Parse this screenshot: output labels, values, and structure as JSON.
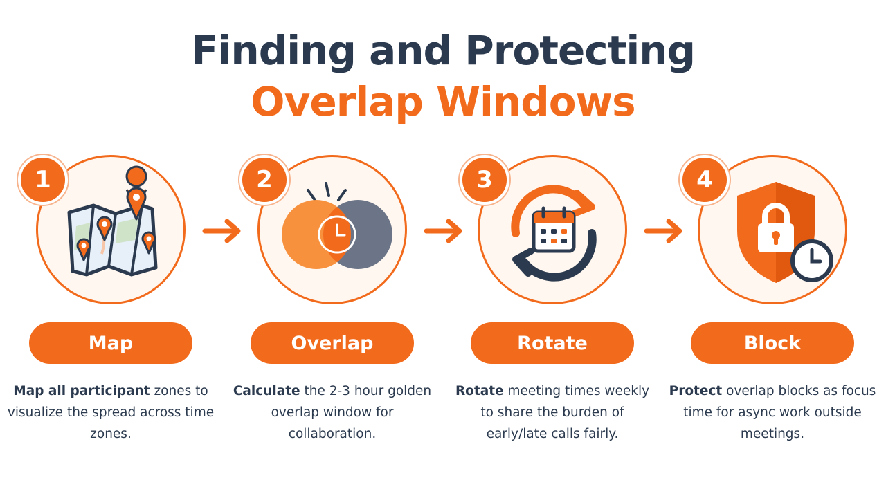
{
  "title": {
    "line1": "Finding and Protecting",
    "line2": "Overlap Windows"
  },
  "colors": {
    "accent": "#f26a1b",
    "dark": "#2b3a4e",
    "grey_circle": "#6b7587",
    "circle_fill": "#fff7f0"
  },
  "steps": [
    {
      "number": "1",
      "label": "Map",
      "icon": "map-pins-icon",
      "desc_bold": "Map all participant",
      "desc_rest": " zones to visualize the spread across time zones."
    },
    {
      "number": "2",
      "label": "Overlap",
      "icon": "venn-clock-icon",
      "desc_bold": "Calculate",
      "desc_rest": " the 2-3 hour golden overlap window for collaboration."
    },
    {
      "number": "3",
      "label": "Rotate",
      "icon": "calendar-rotate-icon",
      "desc_bold": "Rotate",
      "desc_rest": " meeting times weekly to share the burden of early/late calls fairly."
    },
    {
      "number": "4",
      "label": "Block",
      "icon": "shield-lock-icon",
      "desc_bold": "Protect",
      "desc_rest": " overlap blocks as focus time for async work outside meetings."
    }
  ]
}
